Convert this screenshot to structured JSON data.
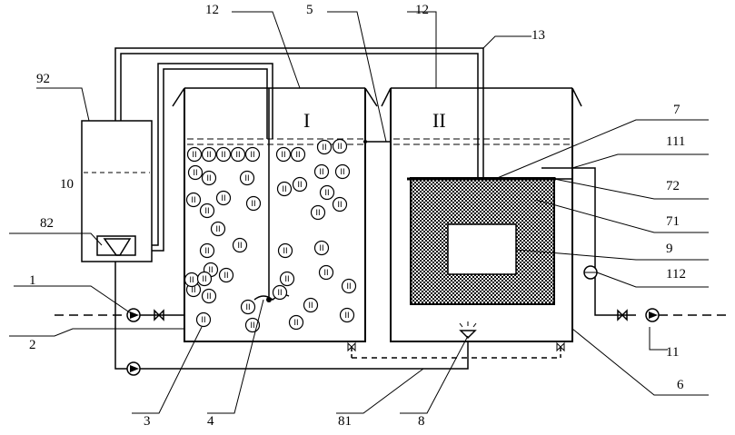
{
  "diagram": {
    "labels": {
      "l12a": "12",
      "l5": "5",
      "l12b": "12",
      "l13": "13",
      "l92": "92",
      "l10": "10",
      "l82": "82",
      "l1": "1",
      "l2": "2",
      "l3": "3",
      "l4": "4",
      "l81": "81",
      "l8": "8",
      "l6": "6",
      "l11": "11",
      "l112": "112",
      "l9": "9",
      "l71": "71",
      "l72": "72",
      "l111": "111",
      "l7": "7"
    },
    "tank_labels": {
      "tank1": "I",
      "tank2": "II"
    },
    "carrier_symbol": "II"
  }
}
